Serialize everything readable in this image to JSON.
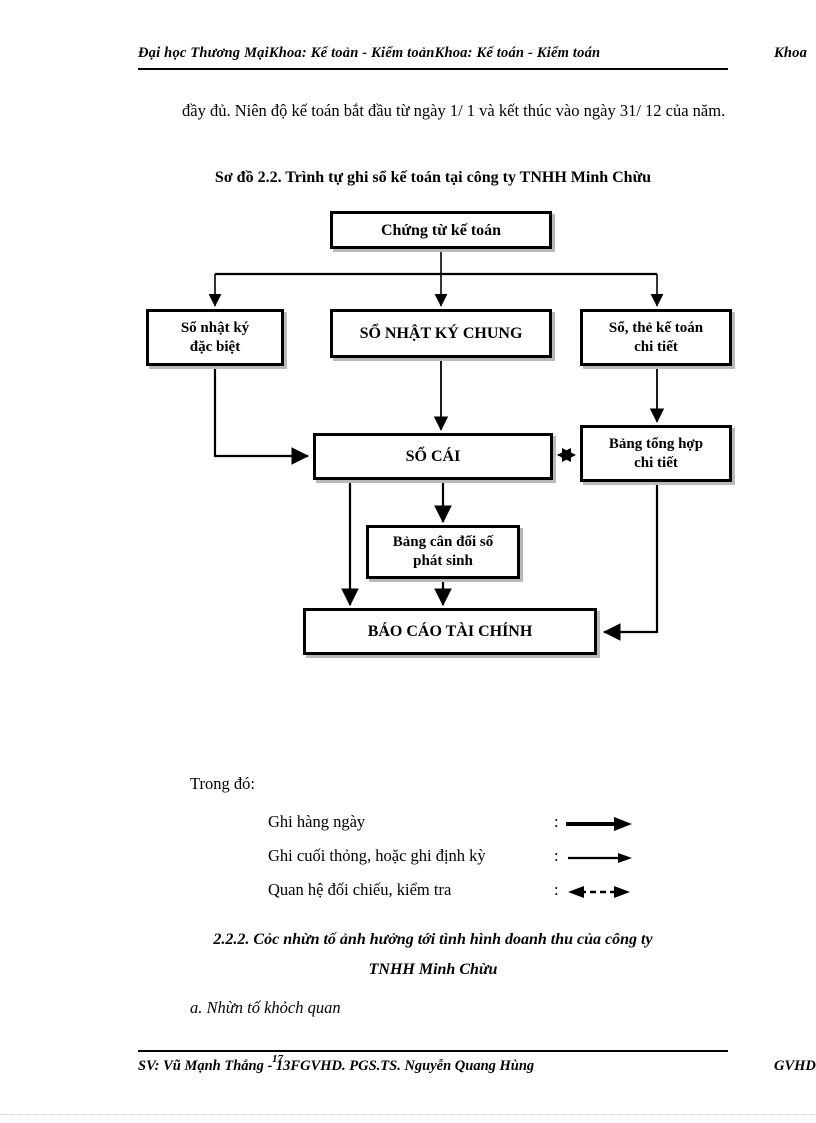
{
  "header": {
    "left": "Đại học Thương MạiKhoa: Kế toản - Kiểm toảnKhoa: Kế toán - Kiểm toán",
    "right": "Khoa"
  },
  "body": {
    "paragraph": "đầy đủ. Niên độ kế toán bắt đầu từ ngày 1/ 1 và kết thúc vào ngày 31/ 12 của năm."
  },
  "figure": {
    "caption": "Sơ đồ 2.2. Trình tự ghi sổ kế toán tại công ty TNHH Minh Chừu",
    "nodes": {
      "chungtu": "Chứng từ kế toán",
      "nhatky_dacbiet": "Sổ nhật ký\nđặc biệt",
      "nhatky_chung": "SỔ NHẬT KÝ CHUNG",
      "so_the_chitiet": "Sổ, thẻ kế toán\nchi tiết",
      "so_cai": "SỔ CÁI",
      "bang_tonghop": "Bảng tổng hợp\nchi tiết",
      "bang_candoi": "Bảng cân đối số\nphát sinh",
      "bao_cao": "BÁO CÁO TÀI CHÍNH"
    },
    "node_line_colors": {
      "border": "#000000",
      "shadow": "#b9b9b9",
      "fill": "#ffffff"
    }
  },
  "legend": {
    "title": "Trong đó:",
    "colon": ":",
    "items": [
      {
        "label": "Ghi hàng ngày",
        "arrow": "solid-thick-arrow-right"
      },
      {
        "label": "Ghi cuối thỏng, hoặc ghi định kỳ",
        "arrow": "solid-thin-arrow-right"
      },
      {
        "label": "Quan hệ đối chiếu, kiểm tra",
        "arrow": "dashed-double-arrow"
      }
    ]
  },
  "section": {
    "heading_line1": "2.2.2. Cỏc nhừn tố ảnh hưởng tới tình hình doanh thu của công ty",
    "heading_line2": "TNHH Minh Chừu",
    "item_a": "a. Nhừn tố khỏch quan"
  },
  "footer": {
    "left": "SV: Vũ Mạnh Thắng - 13FGVHD. PGS.TS. Nguyễn Quang Hùng",
    "right": "GVHD",
    "page_number": "17"
  }
}
